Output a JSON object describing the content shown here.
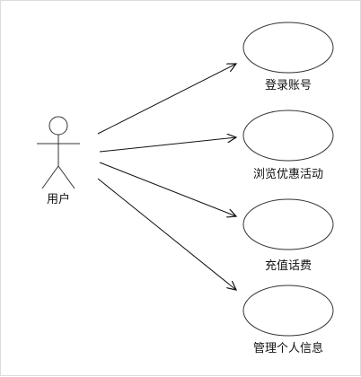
{
  "actor": {
    "name": "用户",
    "icon": "stick-figure-icon"
  },
  "use_cases": [
    {
      "label": "登录账号"
    },
    {
      "label": "浏览优惠活动"
    },
    {
      "label": "充值话费"
    },
    {
      "label": "管理个人信息"
    }
  ],
  "colors": {
    "stroke": "#111111",
    "ellipse_stroke": "#333333",
    "text": "#111111",
    "background": "#ffffff"
  }
}
